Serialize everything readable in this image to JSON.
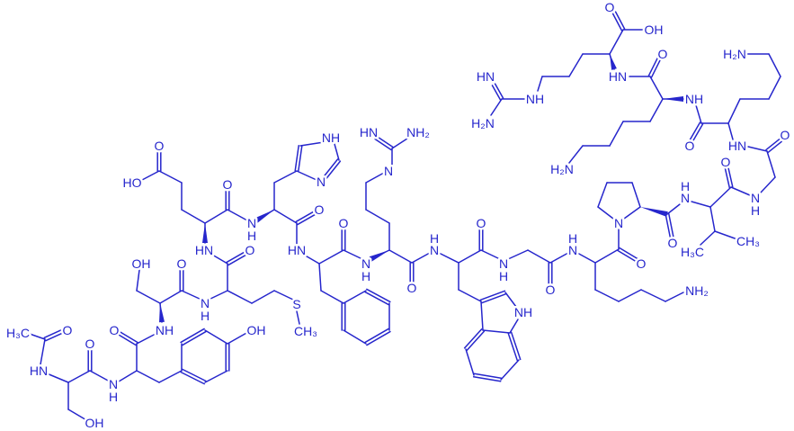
{
  "title": "Peptide structure: Ac-Ser-Tyr-Ser-Met-Glu-His-Phe-Arg-Trp-Gly-Lys-Pro-Val-Gly-Lys-Lys-Arg-OH",
  "color": "#2626cc",
  "atom_labels": [
    "H₃C",
    "O",
    "HN",
    "OH",
    "O",
    "N",
    "H",
    "O",
    "NH",
    "OH",
    "OH",
    "O",
    "N",
    "H",
    "S",
    "CH₃",
    "O",
    "HN",
    "O",
    "HO",
    "O",
    "N",
    "H",
    "NH",
    "N",
    "O",
    "HN",
    "O",
    "N",
    "H",
    "N",
    "HN",
    "NH₂",
    "O",
    "H",
    "N",
    "NH",
    "O",
    "N",
    "H",
    "O",
    "H",
    "N",
    "NH₂",
    "O",
    "N",
    "O",
    "H",
    "N",
    "H₃C",
    "CH₃",
    "O",
    "N",
    "H",
    "O",
    "HN",
    "H₂N",
    "O",
    "NH",
    "H₂N",
    "O",
    "HN",
    "O",
    "OH",
    "NH",
    "HN",
    "H₂N"
  ]
}
